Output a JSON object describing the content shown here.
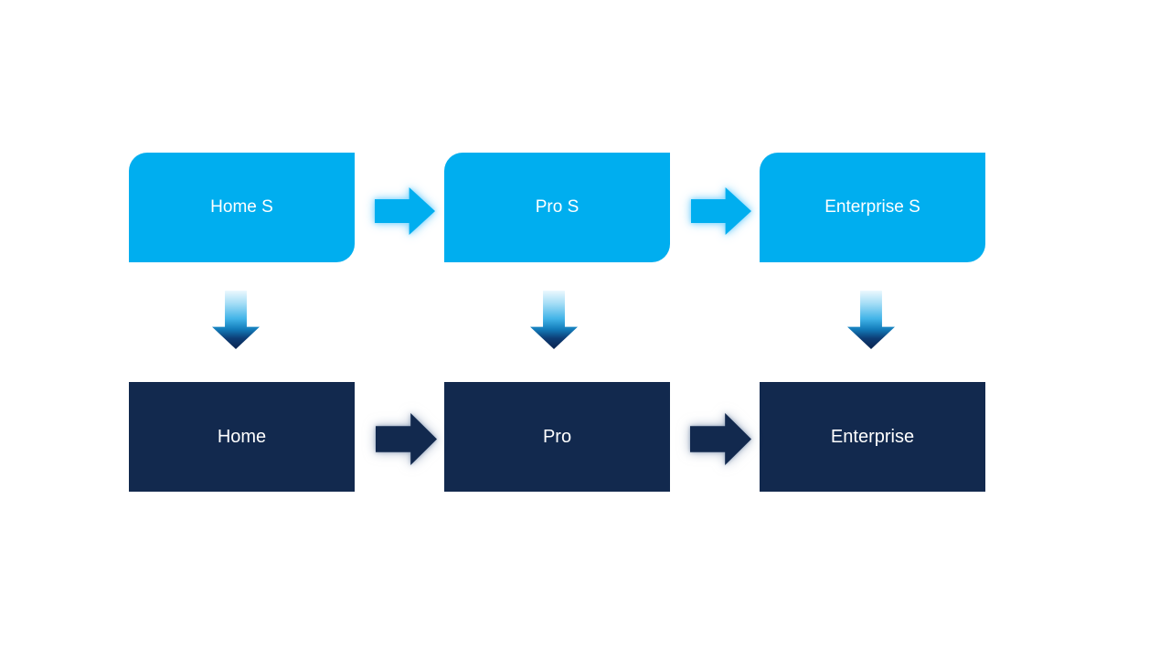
{
  "diagram": {
    "columns": [
      {
        "top_label": "Home S",
        "bottom_label": "Home"
      },
      {
        "top_label": "Pro S",
        "bottom_label": "Pro"
      },
      {
        "top_label": "Enterprise S",
        "bottom_label": "Enterprise"
      }
    ],
    "flows": [
      {
        "from": "Home S",
        "to": "Pro S",
        "direction": "right"
      },
      {
        "from": "Pro S",
        "to": "Enterprise S",
        "direction": "right"
      },
      {
        "from": "Home S",
        "to": "Home",
        "direction": "down"
      },
      {
        "from": "Pro S",
        "to": "Pro",
        "direction": "down"
      },
      {
        "from": "Enterprise S",
        "to": "Enterprise",
        "direction": "down"
      },
      {
        "from": "Home",
        "to": "Pro",
        "direction": "right"
      },
      {
        "from": "Pro",
        "to": "Enterprise",
        "direction": "right"
      }
    ],
    "colors": {
      "top_box": "#00AEEF",
      "bottom_box": "#12294E",
      "label_text": "#FFFFFF",
      "top_right_arrow": "#00AEEF",
      "bottom_right_arrow": "#12294E",
      "down_arrow_gradient_top": "#ECF8FE",
      "down_arrow_gradient_bottom": "#0A2450",
      "background": "#FFFFFF"
    }
  }
}
